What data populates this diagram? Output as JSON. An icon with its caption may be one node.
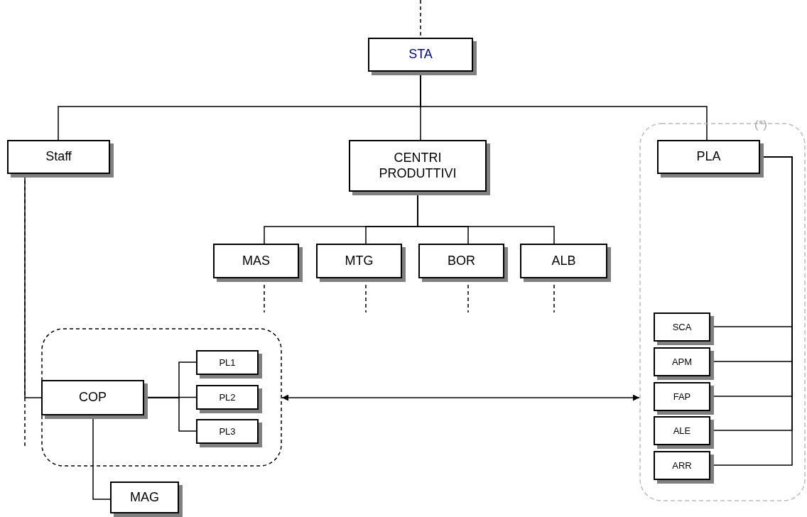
{
  "diagram": {
    "nodes": [
      {
        "text": [
          "STA"
        ]
      },
      {
        "text": [
          "Staff"
        ]
      },
      {
        "text": [
          "CENTRI PRODUTTIVI"
        ]
      },
      {
        "text": [],
        "shape": "box",
        "beside": [
          "(*)"
        ]
      },
      {
        "text": [
          "PLA"
        ],
        "in": 3
      },
      {
        "text": [
          "MAS"
        ]
      },
      {
        "text": [
          "MTG"
        ]
      },
      {
        "text": [
          "BOR"
        ]
      },
      {
        "text": [
          "ALB"
        ]
      },
      {
        "text": [],
        "shape": "box"
      },
      {
        "text": [
          "COP"
        ],
        "in": 9
      },
      {
        "text": [
          "PL1"
        ],
        "in": 9
      },
      {
        "text": [
          "PL2"
        ],
        "in": 9
      },
      {
        "text": [
          "PL3"
        ],
        "in": 9
      },
      {
        "text": [
          "SCA"
        ],
        "in": 3
      },
      {
        "text": [
          "APM"
        ],
        "in": 3
      },
      {
        "text": [
          "FAP"
        ],
        "in": 3
      },
      {
        "text": [
          "ALE"
        ],
        "in": 3
      },
      {
        "text": [
          "ARR"
        ],
        "in": 3
      },
      {
        "text": [
          "MAG"
        ]
      }
    ],
    "edges": [
      {
        "from": null,
        "to": 0,
        "arrow": "none",
        "style": "dashed"
      },
      {
        "from": 0,
        "to": 1,
        "arrow": "none"
      },
      {
        "from": 0,
        "to": 2,
        "arrow": "none"
      },
      {
        "from": 0,
        "to": 4,
        "arrow": "none"
      },
      {
        "from": 2,
        "to": 5,
        "arrow": "none"
      },
      {
        "from": 2,
        "to": 6,
        "arrow": "none"
      },
      {
        "from": 2,
        "to": 7,
        "arrow": "none"
      },
      {
        "from": 2,
        "to": 8,
        "arrow": "none"
      },
      {
        "from": 5,
        "to": null,
        "arrow": "none",
        "style": "dashed"
      },
      {
        "from": 6,
        "to": null,
        "arrow": "none",
        "style": "dashed"
      },
      {
        "from": 7,
        "to": null,
        "arrow": "none",
        "style": "dashed"
      },
      {
        "from": 8,
        "to": null,
        "arrow": "none",
        "style": "dashed"
      },
      {
        "from": 1,
        "to": 10,
        "arrow": "none"
      },
      {
        "from": 1,
        "to": null,
        "arrow": "none",
        "style": "dashed"
      },
      {
        "from": 10,
        "to": 11,
        "arrow": "none"
      },
      {
        "from": 10,
        "to": 12,
        "arrow": "none"
      },
      {
        "from": 10,
        "to": 13,
        "arrow": "none"
      },
      {
        "from": 10,
        "to": 19,
        "arrow": "none"
      },
      {
        "from": 4,
        "to": 14,
        "arrow": "none"
      },
      {
        "from": 4,
        "to": 15,
        "arrow": "none"
      },
      {
        "from": 4,
        "to": 16,
        "arrow": "none"
      },
      {
        "from": 4,
        "to": 17,
        "arrow": "none"
      },
      {
        "from": 4,
        "to": 18,
        "arrow": "none"
      },
      {
        "from": 9,
        "to": 3,
        "arrow": "both"
      }
    ]
  }
}
